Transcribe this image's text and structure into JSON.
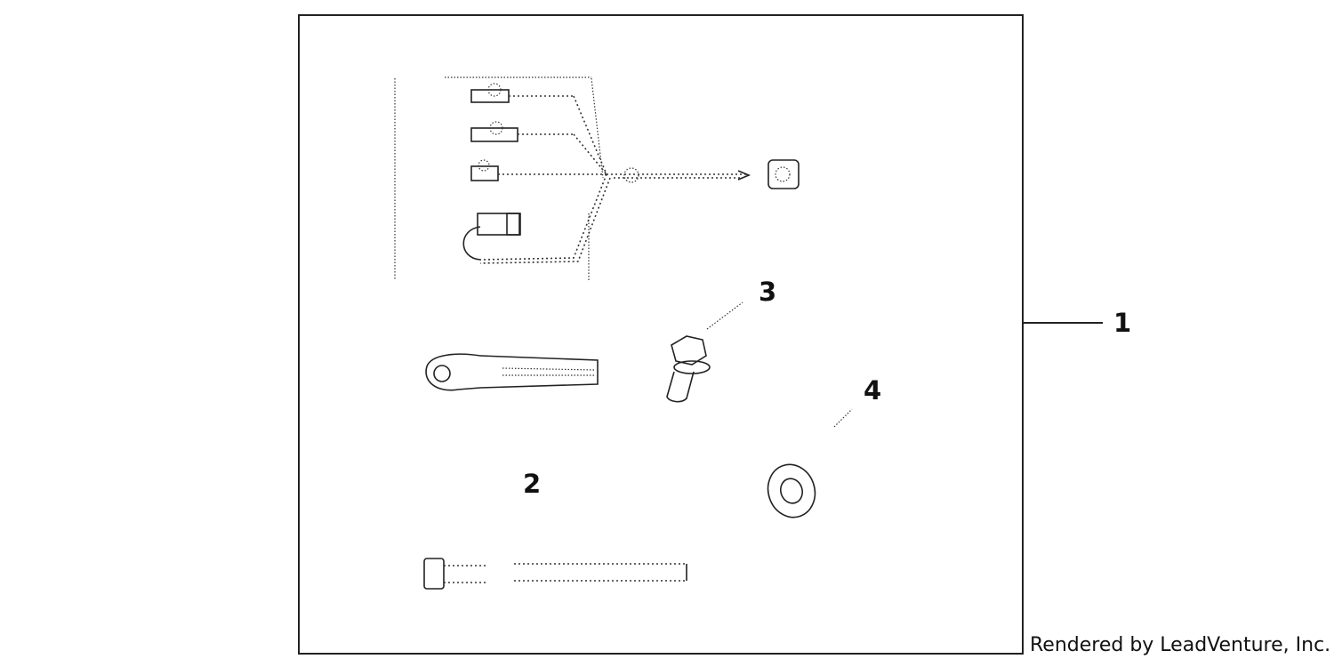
{
  "diagram": {
    "callouts": {
      "kit": "1",
      "harness": "2",
      "bolt": "3",
      "washer": "4"
    },
    "credit": "Rendered by LeadVenture, Inc.",
    "colors": {
      "line": "#222222",
      "background": "#ffffff"
    }
  }
}
